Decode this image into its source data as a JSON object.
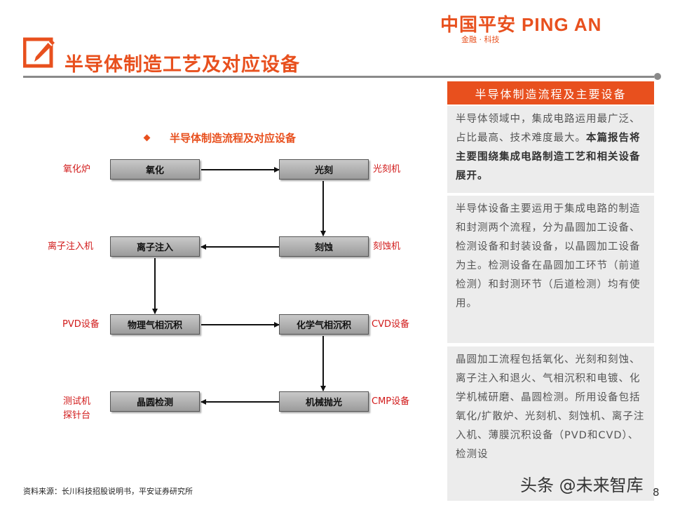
{
  "header": {
    "title": "半导体制造工艺及对应设备",
    "logo_cn": "中国平安",
    "logo_en": "PING AN",
    "logo_sub": "金融 · 科技"
  },
  "diagram": {
    "title": "半导体制造流程及对应设备",
    "steps": {
      "oxidation": "氧化",
      "lithography": "光刻",
      "etching": "刻蚀",
      "ion_implant": "离子注入",
      "pvd": "物理气相沉积",
      "cvd": "化学气相沉积",
      "cmp": "机械抛光",
      "inspection": "晶圆检测"
    },
    "equipment": {
      "oxidation": "氧化炉",
      "lithography": "光刻机",
      "etching": "刻蚀机",
      "ion_implant": "离子注入机",
      "pvd": "PVD设备",
      "cvd": "CVD设备",
      "cmp": "CMP设备",
      "inspection_line1": "测试机",
      "inspection_line2": "探针台"
    }
  },
  "panel": {
    "header": "半导体制造流程及主要设备",
    "block1_normal": "半导体领域中，集成电路运用最广泛、占比最高、技术难度最大。",
    "block1_bold": "本篇报告将主要围绕集成电路制造工艺和相关设备展开。",
    "block2": "半导体设备主要运用于集成电路的制造和封测两个流程，分为晶圆加工设备、检测设备和封装设备，以晶圆加工设备为主。检测设备在晶圆加工环节（前道检测）和封测环节（后道检测）均有使用。",
    "block3": "晶圆加工流程包括氧化、光刻和刻蚀、离子注入和退火、气相沉积和电镀、化学机械研磨、晶圆检测。所用设备包括氧化/扩散炉、光刻机、刻蚀机、离子注入机、薄膜沉积设备（PVD和CVD）、检测设"
  },
  "footer": {
    "source": "资料来源：长川科技招股说明书，平安证券研究所",
    "page_number": "8",
    "watermark": "头条 @未来智库"
  },
  "colors": {
    "accent": "#E8501E",
    "equipment_label": "#D11A1A",
    "panel_bg": "#ECECEC",
    "rule": "#8A8A8A"
  }
}
